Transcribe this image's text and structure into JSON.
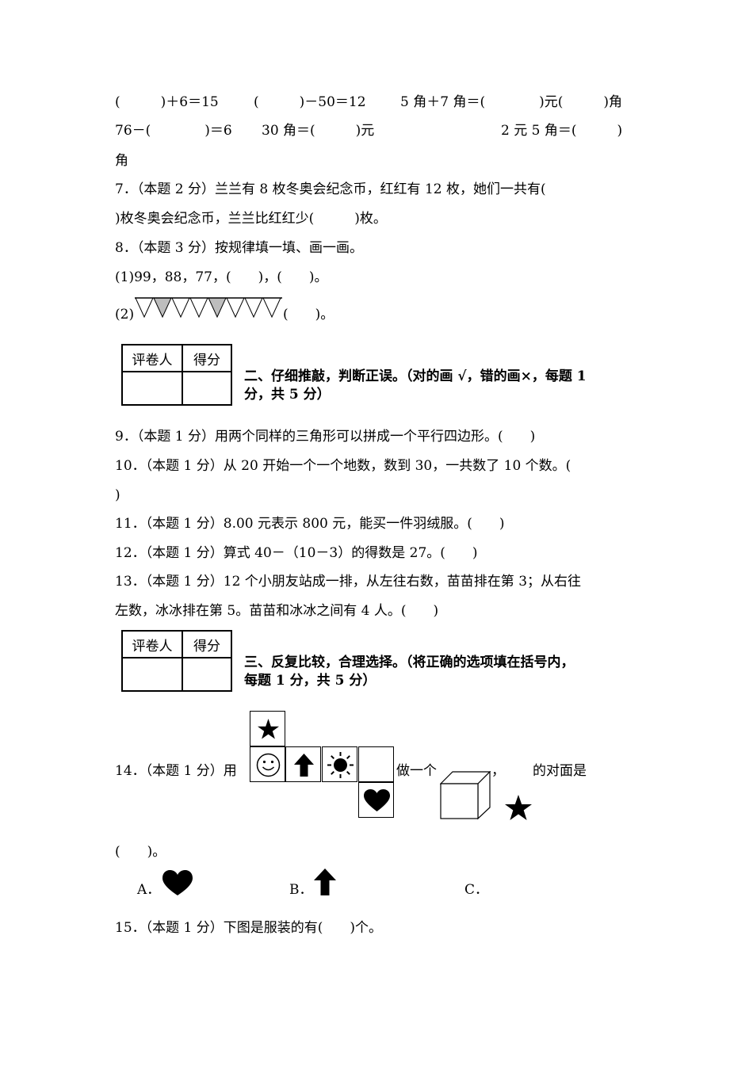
{
  "q6": {
    "line1": [
      "(　　　)＋6＝15",
      "(　　　)－50＝12",
      "5 角＋7 角＝(　　　　)元(　　　)角"
    ],
    "line2": [
      "76－(　　　　)＝6",
      "30 角＝(　　　)元",
      "2 元 5 角＝(　　　)"
    ],
    "line3": "角"
  },
  "q7": {
    "line1": "7．（本题 2 分）兰兰有 8 枚冬奥会纪念币，红红有 12 枚，她们一共有(",
    "line2": ")枚冬奥会纪念币，兰兰比红红少(　　　)枚。"
  },
  "q8": {
    "line1": "8．（本题 3 分）按规律填一填、画一画。",
    "line2": "(1)99，88，77，(　　)，(　　)。",
    "line3_prefix": "(2)",
    "line3_suffix": "(　　)。"
  },
  "score_table": {
    "col1": "评卷人",
    "col2": "得分"
  },
  "section2": {
    "line1": "二、仔细推敲，判断正误。（对的画 √，错的画×，每题 1",
    "line2": "分，共 5 分）"
  },
  "q9": "9．（本题 1 分）用两个同样的三角形可以拼成一个平行四边形。(　　)",
  "q10": {
    "line1": "10．（本题 1 分）从 20 开始一个一个地数，数到 30，一共数了 10 个数。(",
    "line2": ")"
  },
  "q11": "11．（本题 1 分）8.00 元表示 800 元，能买一件羽绒服。(　　)",
  "q12": "12．（本题 1 分）算式 40－（10－3）的得数是 27。(　　)",
  "q13": {
    "line1": "13．（本题 1 分）12 个小朋友站成一排，从左往右数，苗苗排在第 3；从右往",
    "line2": "左数，冰冰排在第 5。苗苗和冰冰之间有 4 人。(　　)"
  },
  "section3": {
    "line1": "三、反复比较，合理选择。（将正确的选项填在括号内，",
    "line2": "每题 1 分，共 5 分）"
  },
  "q14": {
    "prefix": "14．（本题 1 分）用",
    "middle": "做一个",
    "comma": "，",
    "suffix": "的对面是",
    "answer": "(　　)。",
    "options": [
      "A．",
      "B．",
      "C．"
    ]
  },
  "q15": "15．（本题 1 分）下图是服装的有(　　)个。",
  "icons": {
    "net_faces": [
      "star-icon",
      "smiley-icon",
      "arrow-up-icon",
      "sun-icon",
      "moon-icon",
      "heart-icon"
    ],
    "option_icons": [
      "heart-icon",
      "arrow-up-icon",
      "moon-icon"
    ]
  }
}
